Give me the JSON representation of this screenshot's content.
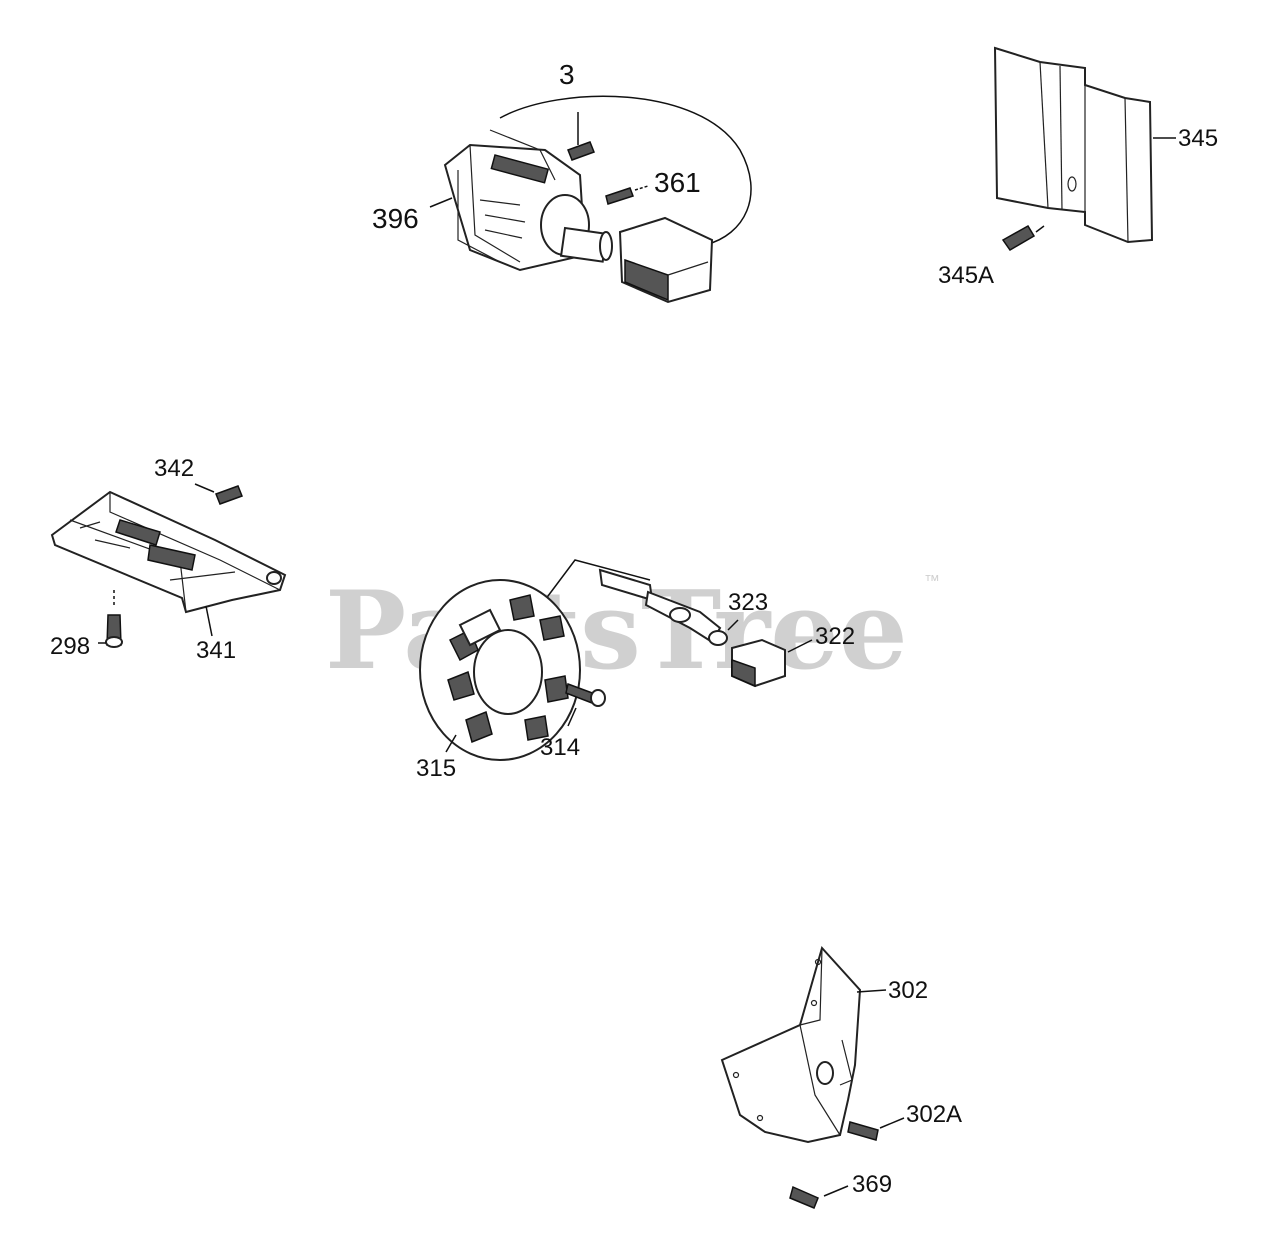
{
  "watermark": {
    "text": "PartsTree",
    "trademark": "™"
  },
  "callouts": {
    "c3": "3",
    "c361": "361",
    "c396": "396",
    "c345": "345",
    "c345A": "345A",
    "c342": "342",
    "c298": "298",
    "c341": "341",
    "c323": "323",
    "c322": "322",
    "c314": "314",
    "c315": "315",
    "c302": "302",
    "c302A": "302A",
    "c369": "369"
  }
}
